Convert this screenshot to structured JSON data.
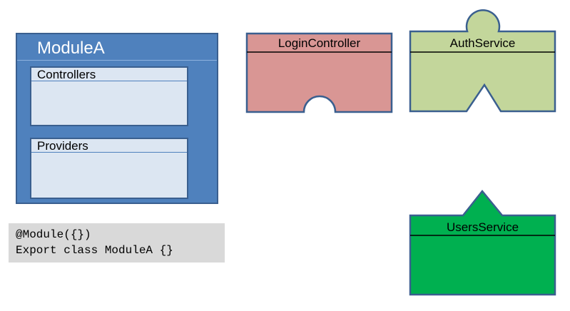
{
  "module": {
    "title": "ModuleA",
    "slots": [
      {
        "label": "Controllers"
      },
      {
        "label": "Providers"
      }
    ]
  },
  "code": {
    "lines": [
      "@Module({})",
      "Export class ModuleA {}"
    ]
  },
  "components": {
    "login_controller": {
      "label": "LoginController",
      "fill": "#d99694",
      "stroke": "#3a5f8f"
    },
    "auth_service": {
      "label": "AuthService",
      "fill": "#c3d69b",
      "stroke": "#3a5f8f"
    },
    "users_service": {
      "label": "UsersService",
      "fill": "#00b050",
      "stroke": "#3a5f8f"
    }
  }
}
